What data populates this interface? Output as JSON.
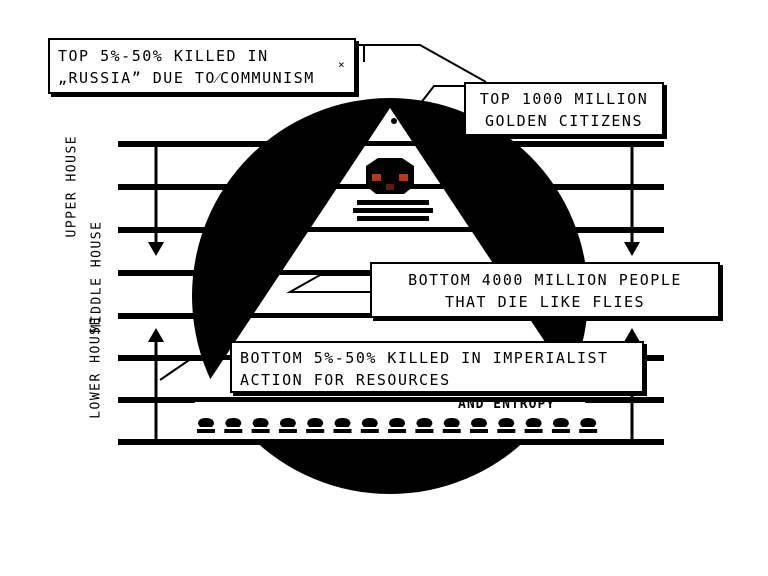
{
  "labels": {
    "top_killed_line1": "TOP 5%-50% KILLED IN",
    "top_killed_line2": "„RUSSIA” DUE TO⁄COMMUNISM",
    "top_killed_mark": "×",
    "golden_line1": "TOP 1000 MILLION",
    "golden_line2": "GOLDEN CITIZENS",
    "bottom_people_line1": "BOTTOM 4000 MILLION PEOPLE",
    "bottom_people_line2": "THAT DIE LIKE FLIES",
    "bottom_killed_line1": "BOTTOM 5%-50% KILLED IN IMPERIALIST",
    "bottom_killed_line2": "ACTION FOR RESOURCES",
    "entropy": "AND ENTROPY"
  },
  "houses": {
    "upper": "UPPER HOUSE",
    "middle": "MIDDLE HOUSE",
    "lower": "LOWER HOUSE"
  },
  "icons": [
    "eye-icon",
    "skull-icon",
    "small-skull-icon"
  ],
  "colors": {
    "ink": "#000000",
    "paper": "#ffffff",
    "eye_red": "#b33a1a"
  }
}
